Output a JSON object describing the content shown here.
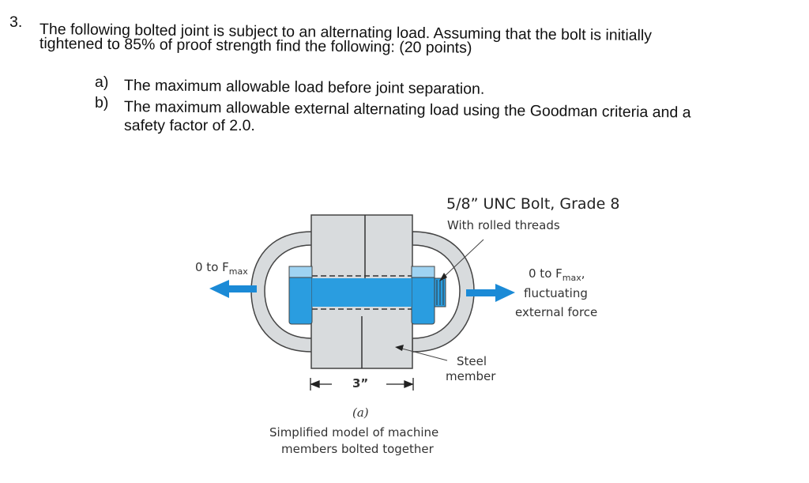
{
  "question": {
    "number": "3.",
    "line1": "The following bolted joint is subject to an alternating load.  Assuming that the bolt is initially",
    "line2": "tightened to 85% of proof strength find the following:   (20 points)",
    "parts": [
      {
        "label": "a)",
        "text": "The maximum allowable load before joint separation."
      },
      {
        "label": "b)",
        "text": "The maximum allowable external alternating load using the Goodman criteria and a",
        "text2": "safety factor of 2.0."
      }
    ]
  },
  "figure": {
    "bolt_title": "5/8” UNC Bolt, Grade 8",
    "bolt_subtitle": "With rolled threads",
    "left_force": "0 to F",
    "left_force_sub": "max",
    "right_force": "0 to F",
    "right_force_sub": "max",
    "right_force_line2": "fluctuating",
    "right_force_line3": "external force",
    "member_line1": "Steel",
    "member_line2": "member",
    "dimension": "3”",
    "sublabel": "(a)",
    "caption_line1": "Simplified model of machine",
    "caption_line2": "members bolted together",
    "colors": {
      "bolt": "#2a9de0",
      "member": "#d8dbdd",
      "arrow": "#1b8ad6"
    }
  }
}
